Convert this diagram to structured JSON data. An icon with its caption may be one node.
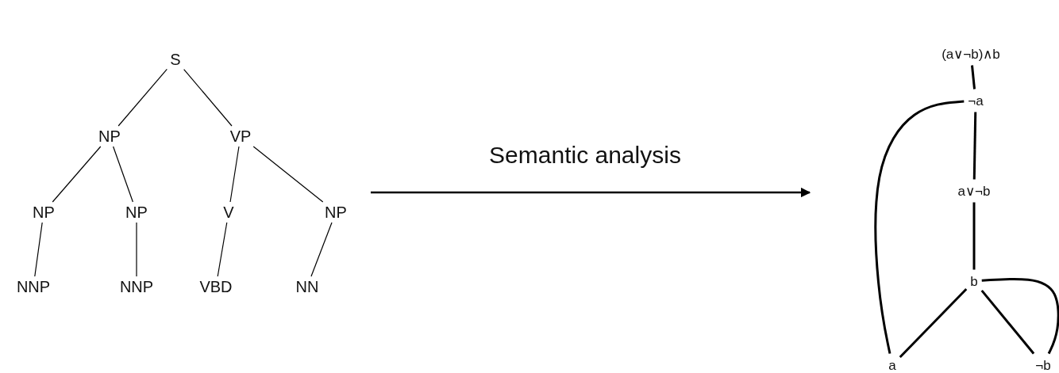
{
  "diagram": {
    "nodes": [
      {
        "text": [
          "S"
        ]
      },
      {
        "text": [
          "NP"
        ]
      },
      {
        "text": [
          "VP"
        ]
      },
      {
        "text": [
          "NP"
        ]
      },
      {
        "text": [
          "NP"
        ]
      },
      {
        "text": [
          "V"
        ]
      },
      {
        "text": [
          "NP"
        ]
      },
      {
        "text": [
          "NNP"
        ]
      },
      {
        "text": [
          "NNP"
        ]
      },
      {
        "text": [
          "VBD"
        ]
      },
      {
        "text": [
          "NN"
        ]
      },
      {
        "text": [
          "(a∨¬b)∧b"
        ]
      },
      {
        "text": [
          "¬a"
        ]
      },
      {
        "text": [
          "a∨¬b"
        ]
      },
      {
        "text": [
          "b"
        ]
      },
      {
        "text": [
          "a"
        ]
      },
      {
        "text": [
          "¬b"
        ]
      }
    ],
    "edges": [
      {
        "from": 0,
        "to": 1,
        "arrow": "none"
      },
      {
        "from": 0,
        "to": 2,
        "arrow": "none"
      },
      {
        "from": 1,
        "to": 3,
        "arrow": "none"
      },
      {
        "from": 1,
        "to": 4,
        "arrow": "none"
      },
      {
        "from": 2,
        "to": 5,
        "arrow": "none"
      },
      {
        "from": 2,
        "to": 6,
        "arrow": "none"
      },
      {
        "from": 3,
        "to": 7,
        "arrow": "none"
      },
      {
        "from": 4,
        "to": 8,
        "arrow": "none"
      },
      {
        "from": 5,
        "to": 9,
        "arrow": "none"
      },
      {
        "from": 6,
        "to": 10,
        "arrow": "none"
      },
      {
        "from": 11,
        "to": 12,
        "arrow": "none"
      },
      {
        "from": 12,
        "to": 13,
        "arrow": "none"
      },
      {
        "from": 13,
        "to": 14,
        "arrow": "none"
      },
      {
        "from": 14,
        "to": 15,
        "arrow": "none"
      },
      {
        "from": 14,
        "to": 16,
        "arrow": "none"
      },
      {
        "from": 12,
        "to": 15,
        "arrow": "none"
      },
      {
        "from": 14,
        "to": 16,
        "arrow": "none"
      }
    ],
    "labels": [
      "Semantic analysis"
    ]
  }
}
